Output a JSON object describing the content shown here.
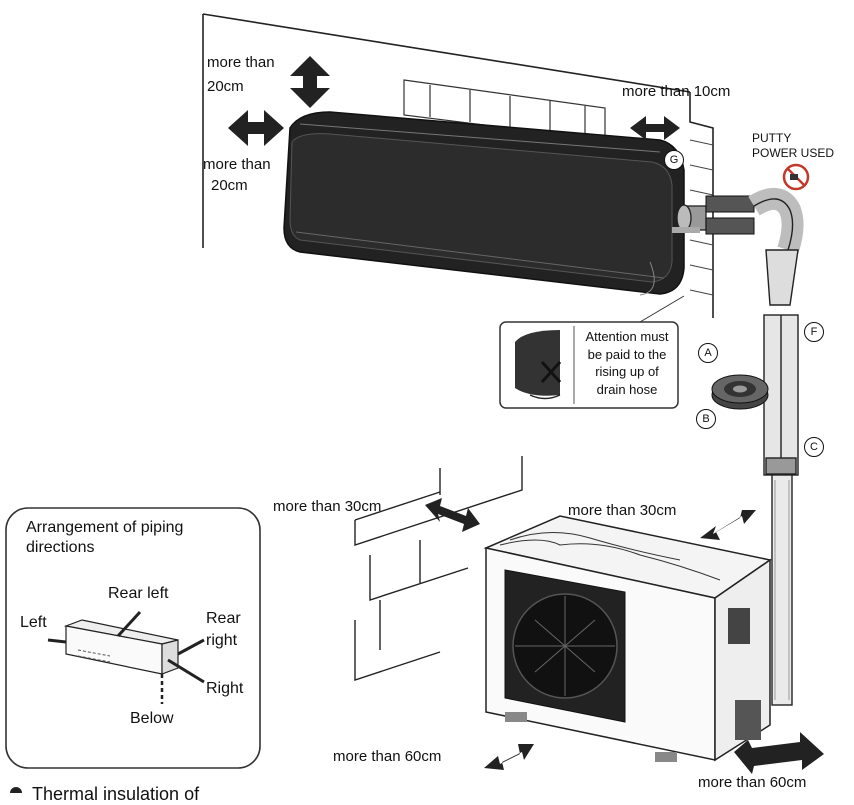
{
  "clearances": {
    "top_line1": "more than",
    "top_line2": "20cm",
    "left_line1": "more than",
    "left_line2": "20cm",
    "right": "more than 10cm",
    "outdoor_left": "more than 30cm",
    "outdoor_rear": "more than 30cm",
    "outdoor_front": "more than 60cm",
    "outdoor_right": "more than 60cm"
  },
  "putty": {
    "line1": "PUTTY",
    "line2": "POWER USED"
  },
  "attention": {
    "line1": "Attention must",
    "line2": "be paid to the",
    "line3": "rising up of",
    "line4": "drain hose"
  },
  "parts": [
    "A",
    "B",
    "C",
    "F",
    "G"
  ],
  "piping_box": {
    "title_line1": "Arrangement of piping",
    "title_line2": "directions",
    "rear_left": "Rear left",
    "left": "Left",
    "rear_right_line1": "Rear",
    "rear_right_line2": "right",
    "right": "Right",
    "below": "Below"
  },
  "footer_partial": "Thermal insulation of"
}
